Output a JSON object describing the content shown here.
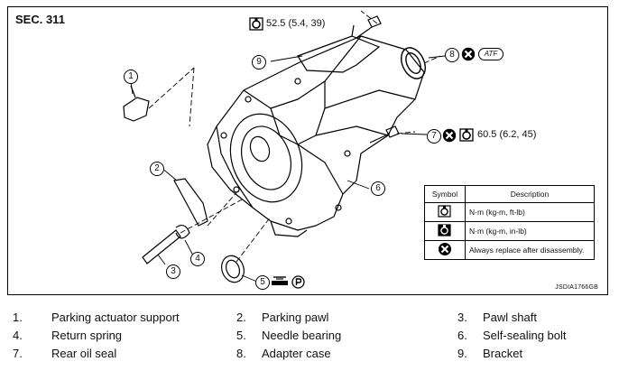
{
  "section_label": "SEC. 311",
  "figure_code": "JSDIA1766GB",
  "torque_top": "52.5 (5.4, 39)",
  "torque_right": "60.5 (6.2, 45)",
  "atf_label": "ATF",
  "callouts": [
    "1",
    "2",
    "3",
    "4",
    "5",
    "6",
    "7",
    "8",
    "9"
  ],
  "symbol_table": {
    "header_symbol": "Symbol",
    "header_description": "Description",
    "rows": [
      {
        "icon": "torque-ft-icon",
        "description": "N·m (kg-m, ft-lb)"
      },
      {
        "icon": "torque-in-icon",
        "description": "N·m (kg-m, in-lb)"
      },
      {
        "icon": "replace-x-icon",
        "description": "Always replace after disassembly."
      }
    ]
  },
  "legend": [
    {
      "number": "1.",
      "name": "Parking actuator support"
    },
    {
      "number": "2.",
      "name": "Parking pawl"
    },
    {
      "number": "3.",
      "name": "Pawl shaft"
    },
    {
      "number": "4.",
      "name": "Return spring"
    },
    {
      "number": "5.",
      "name": "Needle bearing"
    },
    {
      "number": "6.",
      "name": "Self-sealing bolt"
    },
    {
      "number": "7.",
      "name": "Rear oil seal"
    },
    {
      "number": "8.",
      "name": "Adapter case"
    },
    {
      "number": "9.",
      "name": "Bracket"
    }
  ]
}
